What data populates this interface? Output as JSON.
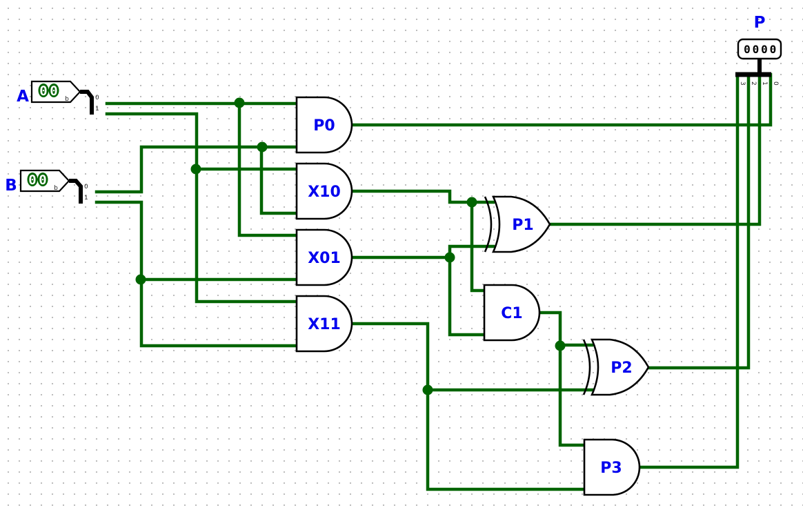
{
  "colors": {
    "wire": "#006400",
    "label": "#0000ee",
    "outline": "#000000",
    "inputBit": "#006400"
  },
  "inputs": [
    {
      "id": "A",
      "name": "A",
      "digits": [
        "0",
        "0"
      ],
      "radix": "b",
      "bits": [
        "0",
        "1"
      ]
    },
    {
      "id": "B",
      "name": "B",
      "digits": [
        "0",
        "0"
      ],
      "radix": "b",
      "bits": [
        "0",
        "1"
      ]
    }
  ],
  "output": {
    "id": "P",
    "name": "P",
    "digits": [
      "0",
      "0",
      "0",
      "0"
    ],
    "bits": [
      "3",
      "2",
      "1",
      "0"
    ]
  },
  "gates": [
    {
      "id": "P0",
      "type": "AND",
      "label": "P0"
    },
    {
      "id": "X10",
      "type": "AND",
      "label": "X10"
    },
    {
      "id": "X01",
      "type": "AND",
      "label": "X01"
    },
    {
      "id": "X11",
      "type": "AND",
      "label": "X11"
    },
    {
      "id": "P1",
      "type": "XOR",
      "label": "P1"
    },
    {
      "id": "C1",
      "type": "AND",
      "label": "C1"
    },
    {
      "id": "P2",
      "type": "XOR",
      "label": "P2"
    },
    {
      "id": "P3",
      "type": "AND",
      "label": "P3"
    }
  ],
  "connections": [
    {
      "from": "A.0",
      "to": [
        "P0",
        "X01"
      ]
    },
    {
      "from": "A.1",
      "to": [
        "X10",
        "X11"
      ]
    },
    {
      "from": "B.0",
      "to": [
        "P0",
        "X10"
      ]
    },
    {
      "from": "B.1",
      "to": [
        "X01",
        "X11"
      ]
    },
    {
      "from": "P0",
      "to": [
        "P.0"
      ]
    },
    {
      "from": "X10",
      "to": [
        "P1",
        "C1"
      ]
    },
    {
      "from": "X01",
      "to": [
        "P1",
        "C1"
      ]
    },
    {
      "from": "P1",
      "to": [
        "P.1"
      ]
    },
    {
      "from": "C1",
      "to": [
        "P2",
        "P3"
      ]
    },
    {
      "from": "X11",
      "to": [
        "P2",
        "P3"
      ]
    },
    {
      "from": "P2",
      "to": [
        "P.2"
      ]
    },
    {
      "from": "P3",
      "to": [
        "P.3"
      ]
    }
  ]
}
